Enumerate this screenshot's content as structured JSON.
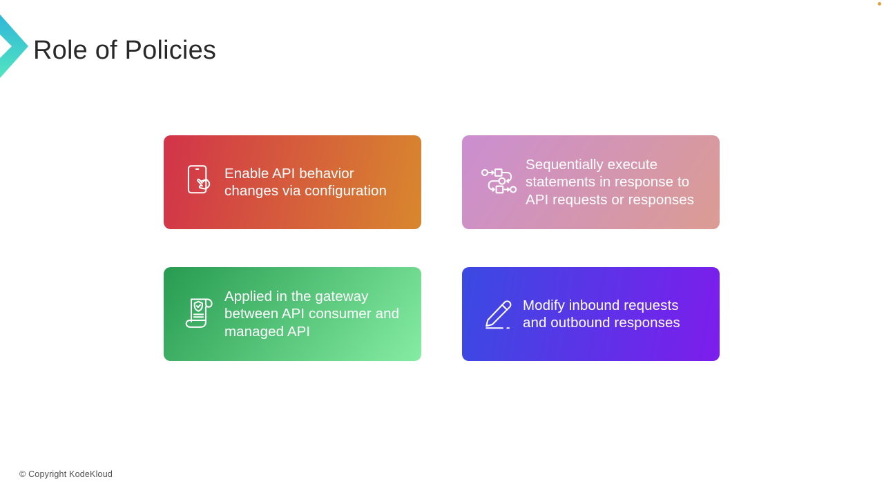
{
  "slide": {
    "title": "Role of Policies",
    "copyright": "© Copyright KodeKloud"
  },
  "logo": {
    "name": "kodekloud-chevron-logo",
    "gradient_top": "#2fb6d9",
    "gradient_bottom": "#52e5c0"
  },
  "decorations": {
    "dot_color": "#dfa13f"
  },
  "cards": [
    {
      "icon": "device-tap-icon",
      "lines": [
        "Enable API behavior",
        "changes via configuration"
      ],
      "gradient": {
        "angle": "100deg",
        "from": "#d23349",
        "to": "#d8872e"
      }
    },
    {
      "icon": "sequence-flow-icon",
      "lines": [
        "Sequentially execute",
        "statements in response to",
        "API requests or responses"
      ],
      "gradient": {
        "angle": "125deg",
        "from": "#cb8ed1",
        "to": "#db9c92"
      }
    },
    {
      "icon": "policy-scroll-icon",
      "lines": [
        "Applied in the gateway",
        "between API consumer and",
        "managed API"
      ],
      "gradient": {
        "angle": "130deg",
        "from": "#279b50",
        "to": "#85eda3"
      }
    },
    {
      "icon": "pencil-edit-icon",
      "lines": [
        "Modify inbound requests",
        "and outbound responses"
      ],
      "gradient": {
        "angle": "100deg",
        "from": "#3a4ae2",
        "to": "#7d1dec"
      }
    }
  ]
}
